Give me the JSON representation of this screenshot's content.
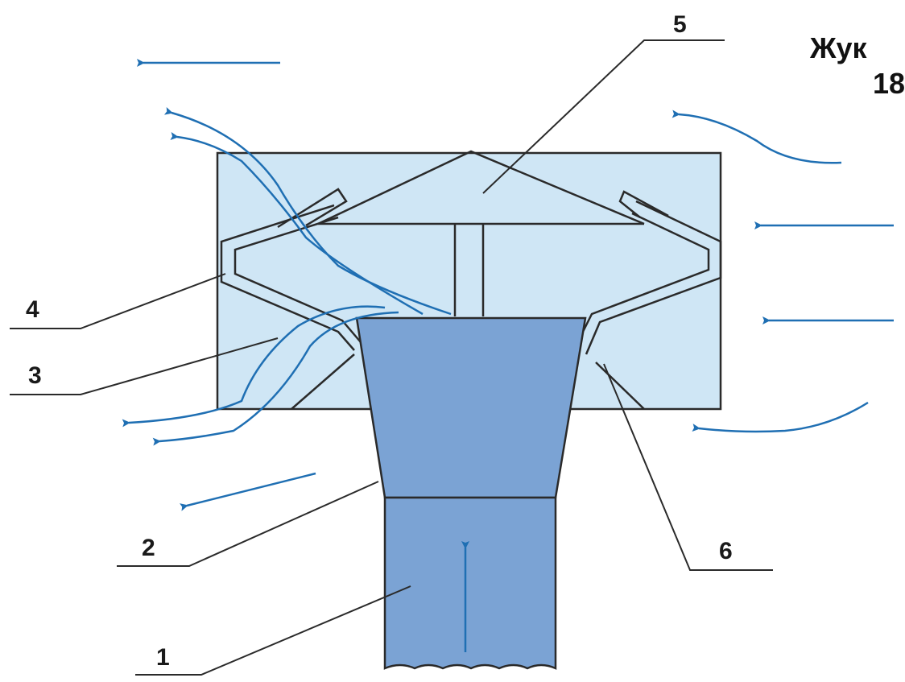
{
  "heading": {
    "line1": "Жук",
    "line2": "18"
  },
  "part_labels": [
    "1",
    "2",
    "3",
    "4",
    "5",
    "6"
  ],
  "colors": {
    "background": "#ffffff",
    "housing_fill": "#cfe6f5",
    "pipe_fill": "#7ba3d4",
    "outline": "#2a2a2a",
    "flow_arrow": "#1f6fb3"
  }
}
